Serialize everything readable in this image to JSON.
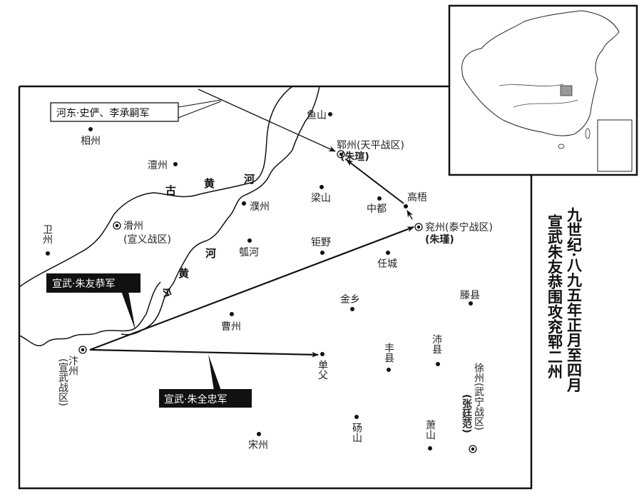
{
  "title": {
    "line1": "九世纪·八九五年正月至四月",
    "line2": "宣武朱友恭围攻兖郓二州"
  },
  "rivers": {
    "old": [
      "古",
      "黄",
      "河"
    ],
    "new": [
      "今",
      "黄",
      "河"
    ]
  },
  "armies": {
    "hedong": "河东·史俨、李承嗣军",
    "zhu_yougong": "宣武·朱友恭军",
    "zhu_quanzhong": "宣武·朱全忠军"
  },
  "cities": {
    "yushan": "鱼山",
    "xiangzhou": "相州",
    "chanzhou": "澶州",
    "yunzhou": "郓州(天平战区)",
    "yunzhou_ruler": "(朱瑄)",
    "liangshan": "梁山",
    "zhongdu": "中都",
    "gaowu": "高梧",
    "yanzhou": "兖州(泰宁战区)",
    "yanzhou_ruler": "(朱瑾)",
    "puzhou": "濮州",
    "huazhou": "滑州",
    "huazhou_zone": "(宣义战区)",
    "weizhou": "卫州",
    "huhe": "瓠河",
    "juye": "钜野",
    "rencheng": "任城",
    "jinxiang": "金乡",
    "tengxian": "滕县",
    "caozhou": "曹州",
    "bianzhou": "汴州",
    "bianzhou_zone": "(宣武战区)",
    "shanfu": "单父",
    "fengxian": "丰县",
    "peixian": "沛县",
    "xuzhou": "徐州(武宁战区)",
    "xuzhou_ruler": "(张廷范)",
    "dangshan": "砀山",
    "xiaoshan": "萧山",
    "songzhou": "宋州"
  }
}
